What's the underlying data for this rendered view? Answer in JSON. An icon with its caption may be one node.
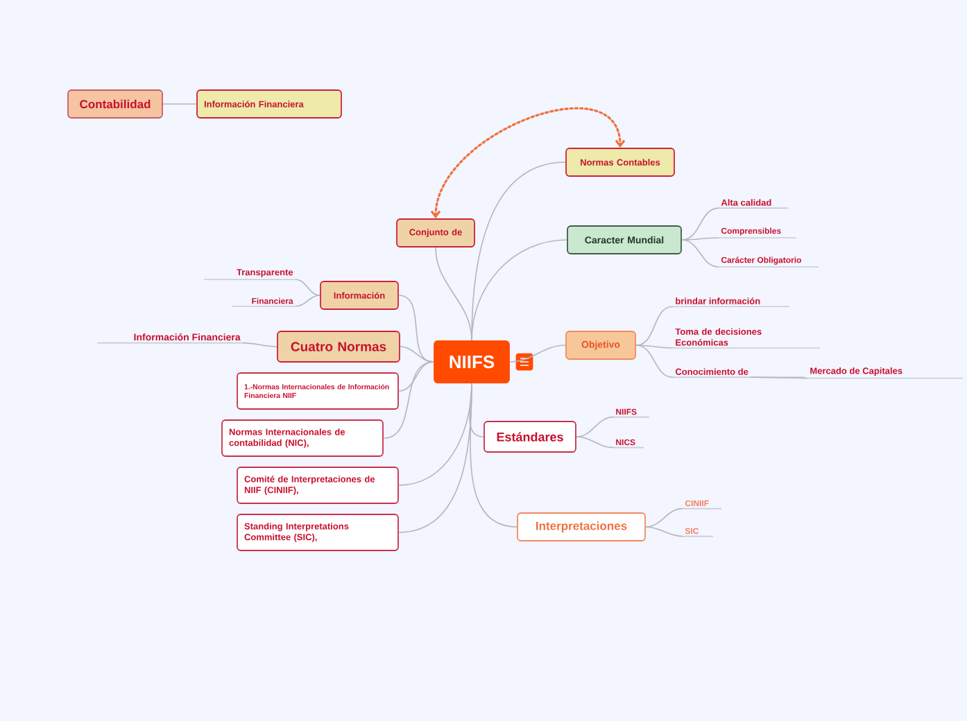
{
  "diagram": {
    "nodes": [
      {
        "text": [
          "NIIFS"
        ]
      },
      {
        "text": [
          "Contabilidad"
        ]
      },
      {
        "text": [
          "Información Financiera"
        ]
      },
      {
        "text": [
          "Normas Contables"
        ]
      },
      {
        "text": [
          "Conjunto de"
        ]
      },
      {
        "text": [
          "Caracter Mundial"
        ]
      },
      {
        "text": [
          "Alta calidad"
        ]
      },
      {
        "text": [
          "Comprensibles"
        ]
      },
      {
        "text": [
          "Carácter Obligatorio"
        ]
      },
      {
        "text": [
          "Información"
        ]
      },
      {
        "text": [
          "Transparente"
        ]
      },
      {
        "text": [
          "Financiera"
        ]
      },
      {
        "text": [
          "Objetivo"
        ]
      },
      {
        "text": [
          "brindar información"
        ]
      },
      {
        "text": [
          "Toma de decisiones Económicas"
        ]
      },
      {
        "text": [
          "Conocimiento de"
        ]
      },
      {
        "text": [
          "Mercado de Capitales"
        ]
      },
      {
        "text": [
          "Cuatro Normas"
        ]
      },
      {
        "text": [
          "Información Financiera"
        ]
      },
      {
        "text": [
          "1.-Normas Internacionales de Información Financiera NIIF"
        ]
      },
      {
        "text": [
          "Normas Internacionales de contabilidad (NIC),"
        ]
      },
      {
        "text": [
          "Comité de Interpretaciones de NIIF (CINIIF),"
        ]
      },
      {
        "text": [
          "Standing Interpretations Committee (SIC),"
        ]
      },
      {
        "text": [
          "Estándares"
        ]
      },
      {
        "text": [
          "NIIFS"
        ]
      },
      {
        "text": [
          "NICS"
        ]
      },
      {
        "text": [
          "Interpretaciones"
        ]
      },
      {
        "text": [
          "CINIIF"
        ]
      },
      {
        "text": [
          "SIC"
        ]
      }
    ],
    "edges": [
      {
        "from": 1,
        "to": 2,
        "arrow": "none"
      },
      {
        "from": 0,
        "to": 3,
        "arrow": "none"
      },
      {
        "from": 0,
        "to": 4,
        "arrow": "none"
      },
      {
        "from": 0,
        "to": 5,
        "arrow": "none"
      },
      {
        "from": 5,
        "to": 6,
        "arrow": "none"
      },
      {
        "from": 5,
        "to": 7,
        "arrow": "none"
      },
      {
        "from": 5,
        "to": 8,
        "arrow": "none"
      },
      {
        "from": 0,
        "to": 9,
        "arrow": "none"
      },
      {
        "from": 9,
        "to": 10,
        "arrow": "none"
      },
      {
        "from": 9,
        "to": 11,
        "arrow": "none"
      },
      {
        "from": 0,
        "to": 12,
        "arrow": "none"
      },
      {
        "from": 12,
        "to": 13,
        "arrow": "none"
      },
      {
        "from": 12,
        "to": 14,
        "arrow": "none"
      },
      {
        "from": 12,
        "to": 15,
        "arrow": "none"
      },
      {
        "from": 15,
        "to": 16,
        "arrow": "none"
      },
      {
        "from": 0,
        "to": 17,
        "arrow": "none"
      },
      {
        "from": 17,
        "to": 18,
        "arrow": "none"
      },
      {
        "from": 0,
        "to": 19,
        "arrow": "none"
      },
      {
        "from": 0,
        "to": 20,
        "arrow": "none"
      },
      {
        "from": 0,
        "to": 21,
        "arrow": "none"
      },
      {
        "from": 0,
        "to": 22,
        "arrow": "none"
      },
      {
        "from": 0,
        "to": 23,
        "arrow": "none"
      },
      {
        "from": 23,
        "to": 24,
        "arrow": "none"
      },
      {
        "from": 23,
        "to": 25,
        "arrow": "none"
      },
      {
        "from": 0,
        "to": 26,
        "arrow": "none"
      },
      {
        "from": 26,
        "to": 27,
        "arrow": "none"
      },
      {
        "from": 26,
        "to": 28,
        "arrow": "none"
      },
      {
        "from": 4,
        "to": 3,
        "arrow": "both",
        "style": "dashed",
        "color": "#f07040"
      }
    ]
  }
}
